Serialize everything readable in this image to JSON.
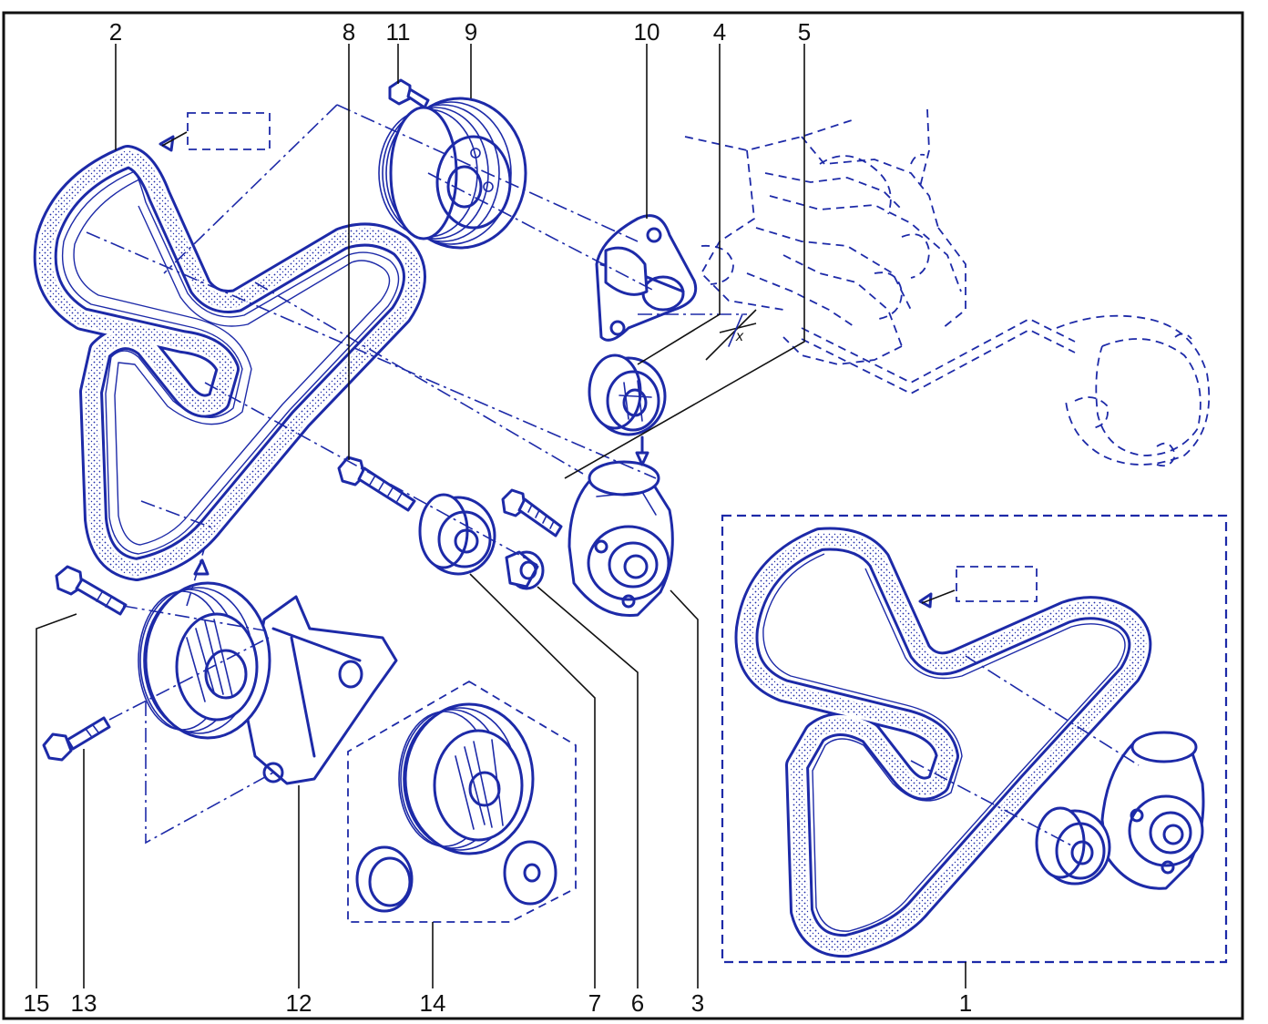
{
  "diagram": {
    "callouts": [
      {
        "id": "c1",
        "text": "1"
      },
      {
        "id": "c2",
        "text": "2"
      },
      {
        "id": "c3",
        "text": "3"
      },
      {
        "id": "c4",
        "text": "4"
      },
      {
        "id": "c5",
        "text": "5"
      },
      {
        "id": "c6",
        "text": "6"
      },
      {
        "id": "c7",
        "text": "7"
      },
      {
        "id": "c8",
        "text": "8"
      },
      {
        "id": "c9",
        "text": "9"
      },
      {
        "id": "c10",
        "text": "10"
      },
      {
        "id": "c11",
        "text": "11"
      },
      {
        "id": "c12",
        "text": "12"
      },
      {
        "id": "c13",
        "text": "13"
      },
      {
        "id": "c14",
        "text": "14"
      },
      {
        "id": "c15",
        "text": "15"
      }
    ],
    "dimension_mark": "x",
    "colors": {
      "ink": "#1d2aa8",
      "frame": "#111111",
      "background": "#ffffff"
    }
  }
}
